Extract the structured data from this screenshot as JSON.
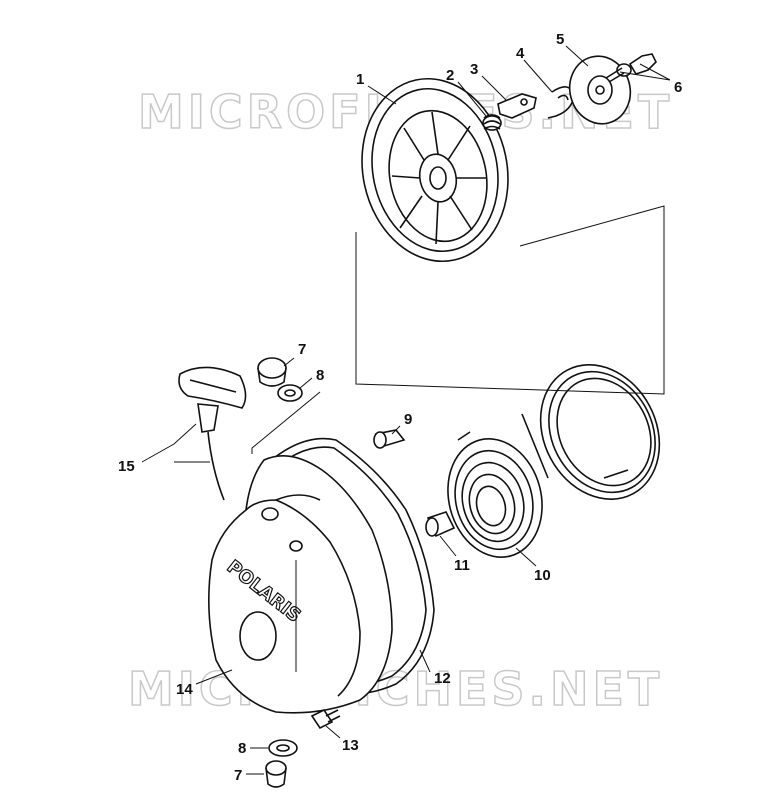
{
  "watermark": "MICROFICHES.NET",
  "brand_logo": "POLARIS",
  "callouts": [
    "1",
    "2",
    "3",
    "4",
    "5",
    "6",
    "7",
    "8",
    "9",
    "10",
    "11",
    "12",
    "13",
    "14",
    "15",
    "8",
    "7"
  ]
}
